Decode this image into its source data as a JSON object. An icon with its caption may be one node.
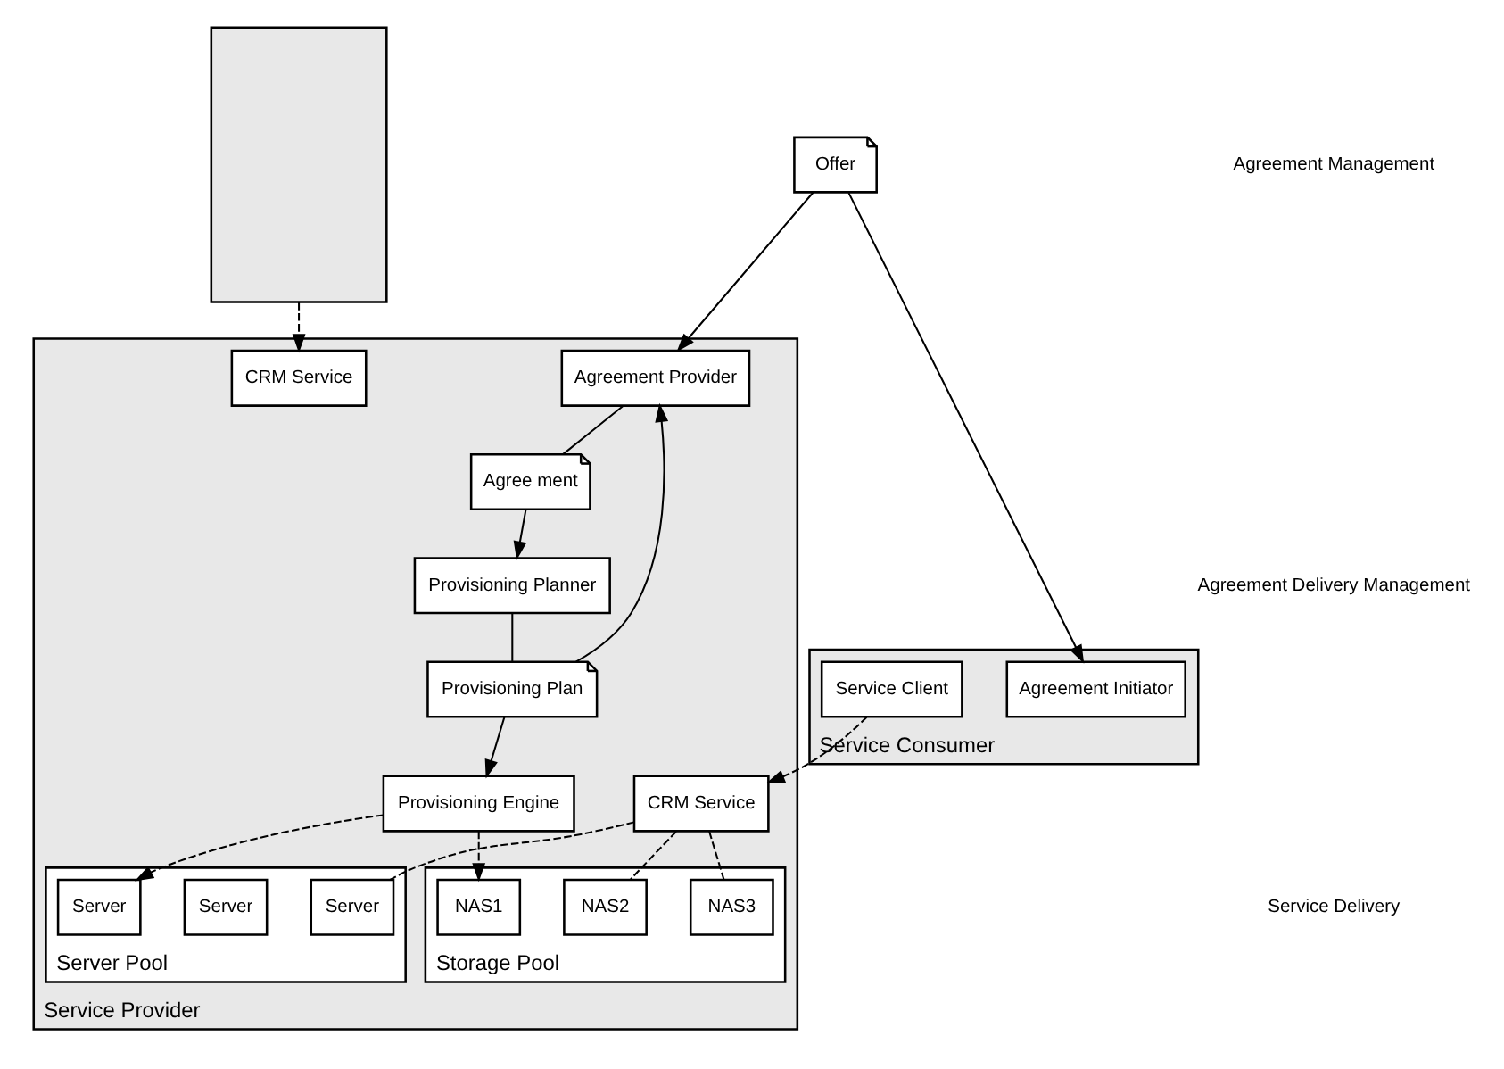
{
  "diagram": {
    "nodes": [
      {
        "text": [],
        "shape": "box"
      },
      {
        "text": [
          "Service Consumer"
        ]
      },
      {
        "text": [
          "Agreement Initiator"
        ],
        "in": 1
      },
      {
        "text": [
          "Service Client"
        ],
        "in": 1
      },
      {
        "text": [
          "Offer"
        ]
      },
      {
        "text": [
          "Service Provider"
        ]
      },
      {
        "text": [
          "Agreement Provider"
        ],
        "in": 5
      },
      {
        "text": [
          "Agree ment"
        ],
        "in": 5
      },
      {
        "text": [
          "Provisioning Planner"
        ],
        "in": 5
      },
      {
        "text": [
          "Provisioning Plan"
        ],
        "in": 5
      },
      {
        "text": [
          "Provisioning Engine"
        ],
        "in": 5
      },
      {
        "text": [
          "CRM Service"
        ],
        "in": 5
      },
      {
        "text": [
          "CRM Service"
        ],
        "in": 5
      },
      {
        "text": [
          "Storage Pool"
        ],
        "in": 5
      },
      {
        "text": [
          "NAS1"
        ],
        "in": 13
      },
      {
        "text": [
          "NAS2"
        ],
        "in": 13
      },
      {
        "text": [
          "NAS3"
        ],
        "in": 13
      },
      {
        "text": [
          "Server Pool"
        ],
        "in": 5
      },
      {
        "text": [
          "Server"
        ],
        "in": 17
      },
      {
        "text": [
          "Server"
        ],
        "in": 17
      },
      {
        "text": [
          "Server"
        ],
        "in": 17
      }
    ],
    "edges": [
      {
        "from": 4,
        "to": 2,
        "arrow": "to"
      },
      {
        "from": 4,
        "to": 6,
        "arrow": "to"
      },
      {
        "from": 6,
        "to": 7,
        "arrow": "none"
      },
      {
        "from": 7,
        "to": 8,
        "arrow": "to"
      },
      {
        "from": 8,
        "to": 9,
        "arrow": "none"
      },
      {
        "from": 9,
        "to": 6,
        "arrow": "to"
      },
      {
        "from": 9,
        "to": 10,
        "arrow": "to"
      },
      {
        "from": 10,
        "to": 14,
        "arrow": "to",
        "style": "dashed"
      },
      {
        "from": 10,
        "to": 18,
        "arrow": "to",
        "style": "dashed"
      },
      {
        "from": 0,
        "to": 11,
        "arrow": "to",
        "style": "dashed"
      },
      {
        "from": 3,
        "to": 12,
        "arrow": "to",
        "style": "dashed"
      },
      {
        "from": 12,
        "to": 15,
        "arrow": "none",
        "style": "dashed"
      },
      {
        "from": 12,
        "to": 16,
        "arrow": "none",
        "style": "dashed"
      },
      {
        "from": 12,
        "to": 20,
        "arrow": "none",
        "style": "dashed"
      }
    ],
    "labels": [
      "Agreement Management",
      "Agreement Delivery Management",
      "Service Delivery"
    ]
  }
}
